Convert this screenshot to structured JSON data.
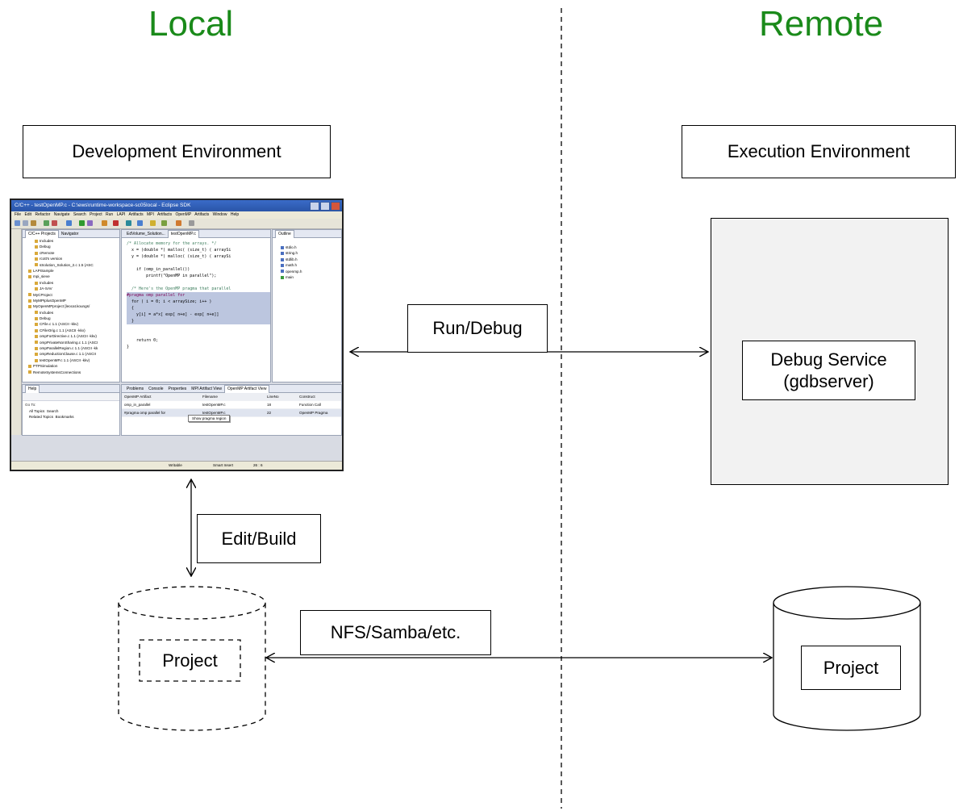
{
  "headings": {
    "local": "Local",
    "remote": "Remote"
  },
  "boxes": {
    "development_environment": "Development Environment",
    "execution_environment": "Execution Environment",
    "run_debug": "Run/Debug",
    "debug_service_line1": "Debug Service",
    "debug_service_line2": "(gdbserver)",
    "edit_build": "Edit/Build",
    "nfs_samba": "NFS/Samba/etc.",
    "project_local": "Project",
    "project_remote": "Project"
  },
  "colors": {
    "heading": "#1a8a1a",
    "execution_panel": "#f2f2f2",
    "line": "#000000"
  },
  "eclipse": {
    "title": "C/C++ - testOpenMP.c - C:\\ews\\runtime-workspace-sc05local - Eclipse SDK",
    "menu": "File  Edit  Refactor  Navigate  Search  Project  Run  LAPI Artifacts  MPI Artifacts  OpenMP Artifacts  Window  Help",
    "left_tabs": [
      "C/C++ Projects",
      "Navigator"
    ],
    "tree": [
      "Includes",
      "Debug",
      "cRemote",
      "rcott's version",
      "sSolution_Solution_2.c 1.5 (ASC",
      "LAPISample",
      "mpi_sieve",
      "Includes",
      "JA-SAV",
      "MyCProject",
      "MyMPIplusOpenMP",
      "MyOpenMPproject [leocat.koungs/",
      "Includes",
      "Debug",
      "CFile.c 1.1 (ASCII -kkv)",
      "CFileOrig.c 1.1 (ASCII -kkv)",
      "ompForDirective.c 1.1 (ASCII -kkv)",
      "ompPrivateNonSharing.c 1.1 (ASCI",
      "ompParallelRegion.c 1.1 (ASCII -kk",
      "ompReductionClause.c 1.1 (ASCII",
      "testOpenMP.c 1.1 (ASCII -kkv)",
      "PTPSimulation",
      "RemoteSystemsConnections"
    ],
    "editor_tabs": [
      "EdVolume_Solution...",
      "testOpenMP.c"
    ],
    "code": [
      "/* Allocate memory for the arrays. */",
      "  x = (double *) malloc( (size_t) ( arraySi",
      "  y = (double *) malloc( (size_t) ( arraySi",
      "",
      "    if (omp_in_parallel())",
      "        printf(\"OpenMP in parallel\");",
      "",
      "  /* Here's the OpenMP pragma that parallel",
      "#pragma omp parallel for",
      "  for ( i = 0; i < arraySize; i++ )",
      "  {",
      "    y[i] = a*x[ exp[ n+e] - exp[ n+e]]",
      "  }",
      "",
      "",
      "    return 0;",
      "}"
    ],
    "outline_tab": "Outline",
    "outline": [
      "stdio.h",
      "string.h",
      "stdlib.h",
      "math.h",
      "openmp.h",
      "main"
    ],
    "bottom_tabs": [
      "Problems",
      "Console",
      "Properties",
      "MPI Artifact View",
      "OpenMP Artifact View"
    ],
    "grid_headers": [
      "OpenMP Artifact",
      "Filename",
      "LineNo",
      "Construct"
    ],
    "grid_rows": [
      [
        "omp_in_parallel",
        "testOpenMP.c",
        "18",
        "Function Call"
      ],
      [
        "#pragma omp parallel for",
        "testOpenMP.c",
        "22",
        "OpenMP Pragma"
      ]
    ],
    "popup": "Show pragma region",
    "help_tab": "Help",
    "help_goto": "Go To:",
    "help_items": [
      "All Topics",
      "Search",
      "Related Topics",
      "Bookmarks"
    ],
    "status": [
      "Writable",
      "Smart Insert",
      "26 : 6"
    ]
  }
}
